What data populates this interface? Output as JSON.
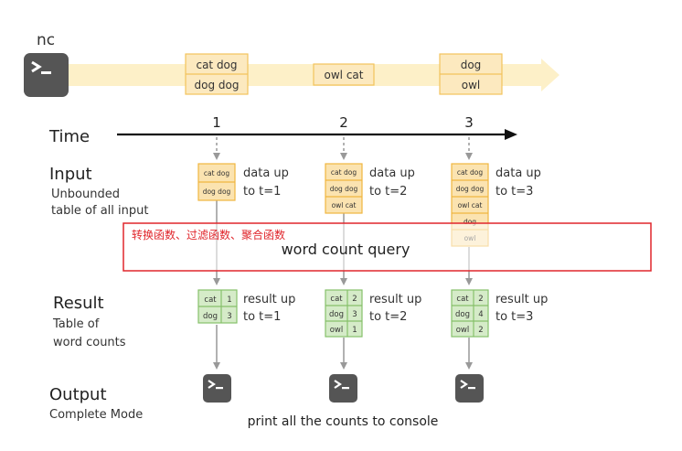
{
  "source_label": "nc",
  "stream": {
    "batches": [
      [
        "cat dog",
        "dog dog"
      ],
      [
        "owl cat"
      ],
      [
        "dog",
        "owl"
      ]
    ]
  },
  "timeline": {
    "label": "Time",
    "ticks": [
      "1",
      "2",
      "3"
    ]
  },
  "input": {
    "title": "Input",
    "subtitle_lines": [
      "Unbounded",
      "table of all input"
    ],
    "tables": [
      {
        "rows": [
          "cat dog",
          "dog dog"
        ],
        "note_lines": [
          "data up",
          "to t=1"
        ]
      },
      {
        "rows": [
          "cat dog",
          "dog dog",
          "owl cat"
        ],
        "note_lines": [
          "data up",
          "to t=2"
        ]
      },
      {
        "rows": [
          "cat dog",
          "dog dog",
          "owl cat",
          "dog",
          "owl"
        ],
        "note_lines": [
          "data up",
          "to t=3"
        ]
      }
    ]
  },
  "query": {
    "annotation": "转换函数、过滤函数、聚合函数",
    "label": "word count query"
  },
  "result": {
    "title": "Result",
    "subtitle_lines": [
      "Table of",
      "word counts"
    ],
    "tables": [
      {
        "rows": [
          [
            "cat",
            "1"
          ],
          [
            "dog",
            "3"
          ]
        ],
        "note_lines": [
          "result up",
          "to t=1"
        ]
      },
      {
        "rows": [
          [
            "cat",
            "2"
          ],
          [
            "dog",
            "3"
          ],
          [
            "owl",
            "1"
          ]
        ],
        "note_lines": [
          "result up",
          "to t=2"
        ]
      },
      {
        "rows": [
          [
            "cat",
            "2"
          ],
          [
            "dog",
            "4"
          ],
          [
            "owl",
            "2"
          ]
        ],
        "note_lines": [
          "result up",
          "to t=3"
        ]
      }
    ]
  },
  "output": {
    "title": "Output",
    "subtitle": "Complete Mode",
    "caption": "print all the counts to console"
  },
  "colors": {
    "stream_band": "#fdf0c8",
    "stream_box_fill": "#fce9bf",
    "stream_box_stroke": "#f2c35c",
    "input_fill": "#fbe3b0",
    "input_stroke": "#f0b640",
    "result_fill": "#d5ebc8",
    "result_stroke": "#86c06a",
    "query_border": "#e0262c",
    "annotation": "#e0262c",
    "terminal": "#555555",
    "arrow": "#999999"
  }
}
